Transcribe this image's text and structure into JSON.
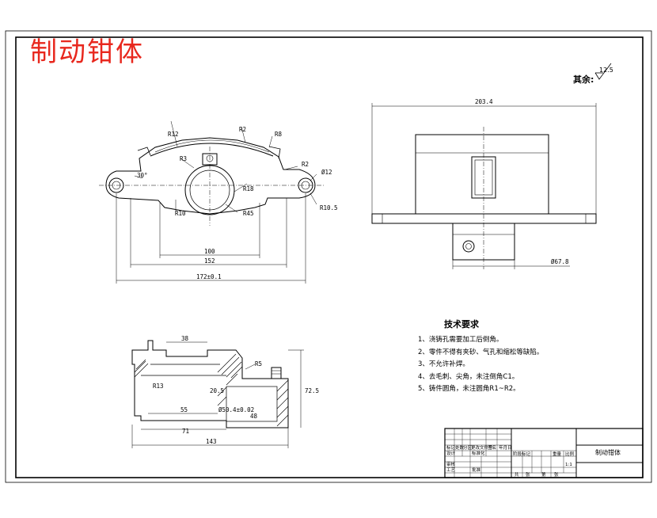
{
  "title": "制动钳体",
  "roughness": {
    "label": "其余:",
    "value": "12.5"
  },
  "front_view": {
    "labels": [
      "R12",
      "R2",
      "R8",
      "R2",
      "30°",
      "R3",
      "R18",
      "R10",
      "R45",
      "Ø12",
      "R10.5"
    ],
    "dims": [
      "100",
      "152",
      "172±0.1"
    ]
  },
  "side_view": {
    "dims": [
      "203.4",
      "Ø67.8"
    ]
  },
  "section_view": {
    "labels": [
      "R5"
    ],
    "dims": [
      "38",
      "R13",
      "20.5",
      "Ø50.4±0.02",
      "55",
      "71",
      "48",
      "143",
      "72.5"
    ]
  },
  "tech_requirements": {
    "title": "技术要求",
    "items": [
      "1、浇铸孔需要加工后倒角。",
      "2、零件不得有夹砂、气孔和缩松等缺陷。",
      "3、不允许补焊。",
      "4、去毛刺、尖角，未注倒角C1。",
      "5、铸件圆角，未注圆角R1~R2。"
    ]
  },
  "title_block": {
    "part_name": "制动钳体",
    "cells": [
      "标记",
      "处数",
      "分区",
      "更改文件号",
      "签名",
      "年月日",
      "设计",
      "标准化",
      "阶段标记",
      "重量",
      "比例",
      "审核",
      "工艺",
      "批准",
      "共",
      "张",
      "第",
      "张",
      "1:1"
    ]
  }
}
